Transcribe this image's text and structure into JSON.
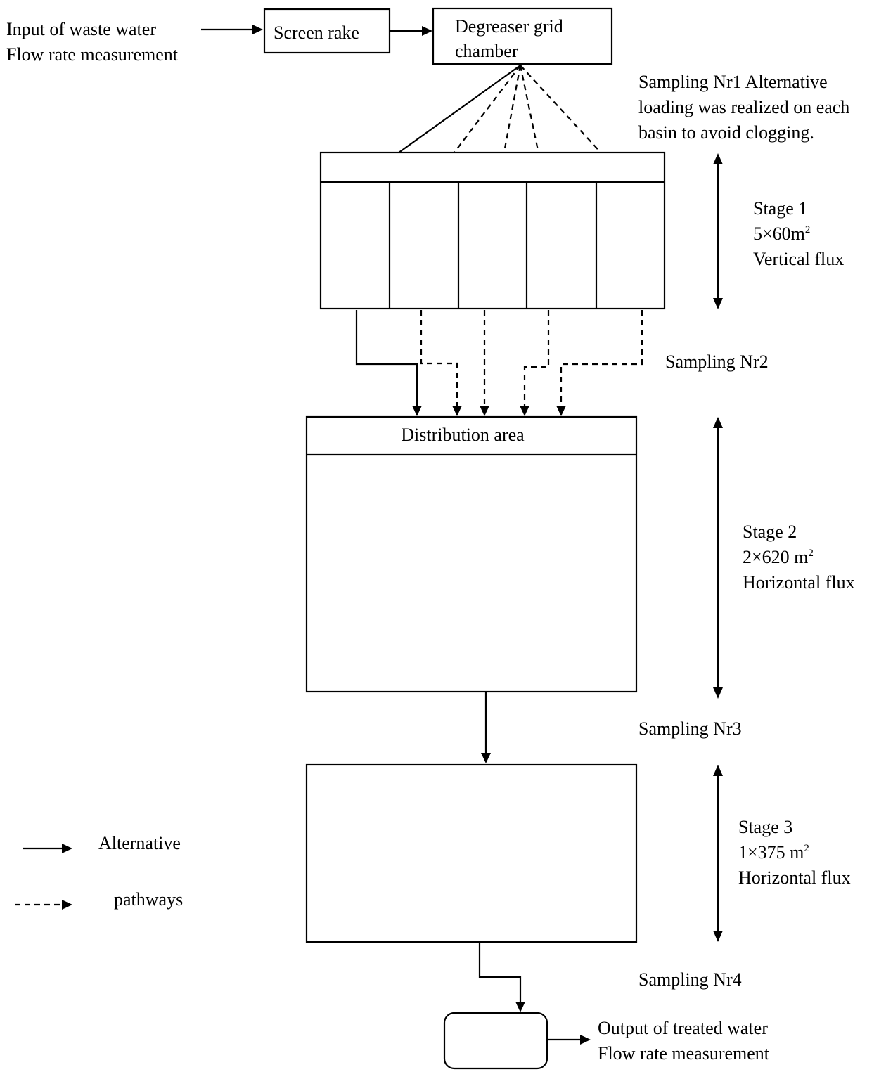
{
  "input": {
    "line1": "Input of waste water",
    "line2": "Flow rate measurement"
  },
  "screen_rake": "Screen rake",
  "degreaser": {
    "line1": "Degreaser grid",
    "line2": "chamber"
  },
  "sampling1": {
    "line1": "Sampling Nr1 Alternative",
    "line2": "loading was realized on each",
    "line3": "basin to avoid clogging."
  },
  "stage1": {
    "name": "Stage 1",
    "area": "5×60m",
    "area_sup": "2",
    "flux": "Vertical flux"
  },
  "sampling2": "Sampling Nr2",
  "distribution_area": "Distribution area",
  "stage2": {
    "name": "Stage 2",
    "area": "2×620 m",
    "area_sup": "2",
    "flux": "Horizontal flux"
  },
  "sampling3": "Sampling Nr3",
  "stage3": {
    "name": "Stage 3",
    "area": "1×375 m",
    "area_sup": "2",
    "flux": "Horizontal flux"
  },
  "sampling4": "Sampling Nr4",
  "output": {
    "line1": "Output of treated water",
    "line2": "Flow rate measurement"
  },
  "legend": {
    "solid_label": "Alternative",
    "dashed_label": "pathways"
  }
}
